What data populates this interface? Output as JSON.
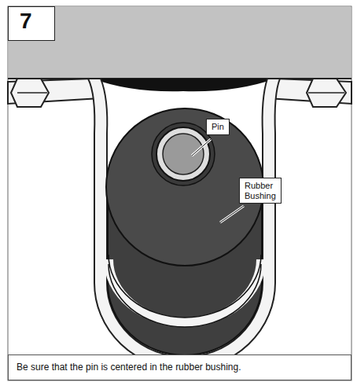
{
  "diagram": {
    "caption": "Be sure that the pin is centered in the rubber bushing.",
    "nodes": [
      {
        "text": [
          "7"
        ]
      },
      {
        "text": [
          "Pin"
        ]
      },
      {
        "text": [
          "Rubber Bushing"
        ]
      }
    ]
  }
}
